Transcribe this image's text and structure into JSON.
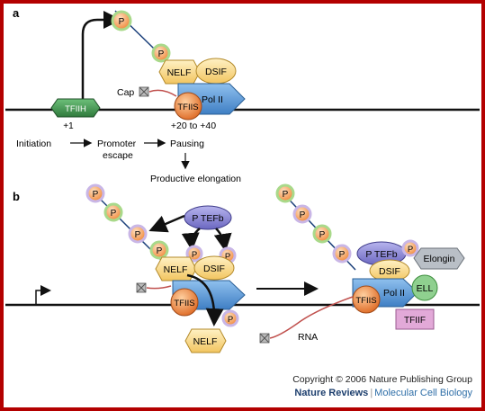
{
  "panels": {
    "a": {
      "label": "a",
      "tfiih": "TFIIH",
      "plus1": "+1",
      "cap": "Cap",
      "nelf": "NELF",
      "dsif": "DSIF",
      "pol2": "Pol II",
      "tfiis": "TFIIS",
      "range": "+20 to +40",
      "phospho": "P",
      "steps": [
        "Initiation",
        "Promoter",
        "escape",
        "Pausing",
        "Productive elongation"
      ]
    },
    "b": {
      "label": "b",
      "ptefb": "P TEFb",
      "phospho": "P",
      "nelf": "NELF",
      "dsif": "DSIF",
      "tfiis": "TFIIS",
      "released_nelf": "NELF",
      "ptefb_bound": "P TEFb",
      "elongin": "Elongin",
      "ell": "ELL",
      "pol2": "Pol II",
      "tfiif": "TFIIF",
      "rna": "RNA"
    }
  },
  "footer": {
    "copyright": "Copyright © 2006 Nature Publishing Group",
    "journal": "Nature Reviews",
    "separator": "|",
    "subtitle": "Molecular Cell Biology"
  },
  "colors": {
    "frame": "#b30000",
    "tfiih": "#3a8a4a",
    "pol2": "#5b9bd5",
    "tfiis": "#e8823a",
    "nelf_dsif": "#f5d27a",
    "ptefb": "#7b78c9",
    "elongin": "#b9bfc6",
    "ell": "#8fd08f",
    "tfiif": "#e2a9d8",
    "phospho_fill": "#f4a45f",
    "phospho_ring": "#a9d98a"
  }
}
